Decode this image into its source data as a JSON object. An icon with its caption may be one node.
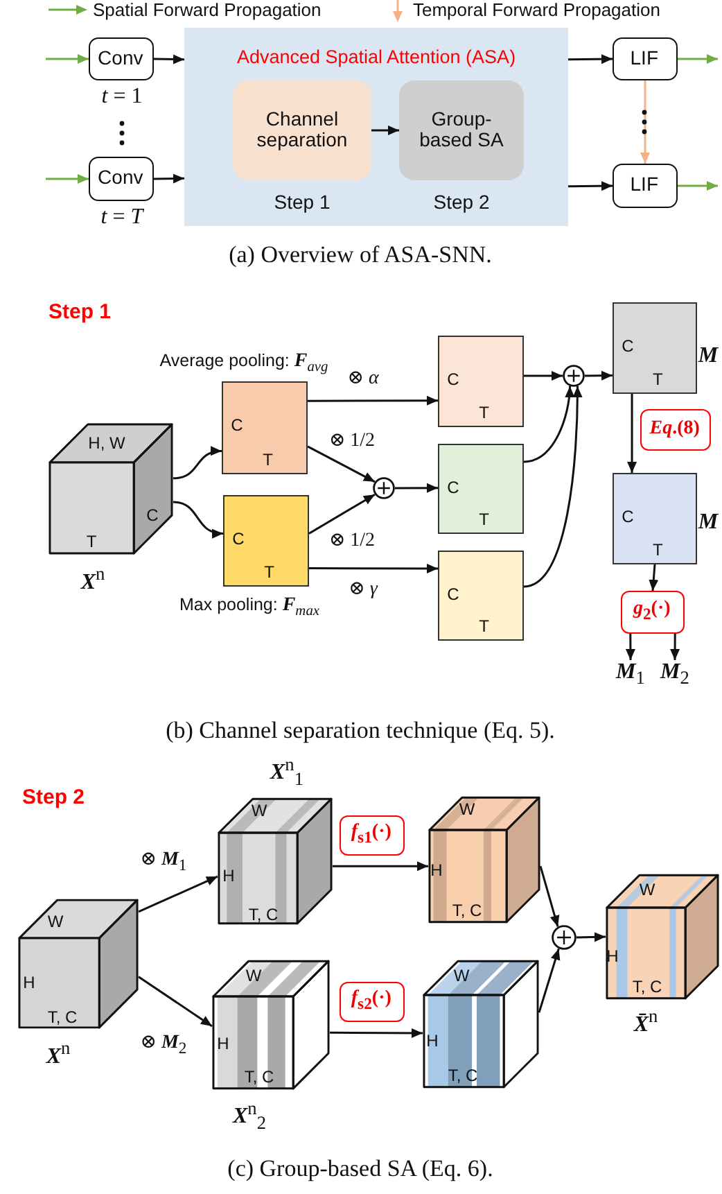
{
  "diagram": {
    "nodes": [
      {
        "text": [
          "Conv"
        ],
        "beside": [
          "*t* = 1"
        ]
      },
      {
        "text": [
          "Conv"
        ],
        "beside": [
          "*t* = *T*"
        ]
      },
      {
        "text": [
          "Advanced Spatial Attention (ASA)"
        ]
      },
      {
        "text": [
          "Channel separation"
        ],
        "in": 2,
        "beside": [
          "Step 1"
        ]
      },
      {
        "text": [
          "Group-based SA"
        ],
        "in": 2,
        "beside": [
          "Step 2"
        ]
      },
      {
        "text": [
          "LIF"
        ]
      },
      {
        "text": [
          "LIF"
        ]
      },
      {
        "text": [
          "H, W",
          "C",
          "T"
        ],
        "beside": [
          "**X**$^{n}$"
        ]
      },
      {
        "text": [
          "C",
          "T"
        ],
        "beside": [
          "Average pooling: **F**$_{avg}$"
        ]
      },
      {
        "text": [
          "C",
          "T"
        ],
        "beside": [
          "Max pooling: **F**$_{max}$"
        ]
      },
      {
        "text": [
          "C",
          "T"
        ]
      },
      {
        "text": [
          "C",
          "T"
        ]
      },
      {
        "text": [
          "C",
          "T"
        ]
      },
      {
        "text": [],
        "shape": "circle"
      },
      {
        "text": [],
        "shape": "circle"
      },
      {
        "text": [
          "C",
          "T"
        ],
        "beside": [
          "**M**"
        ]
      },
      {
        "text": [
          "*Eq*.(8)"
        ]
      },
      {
        "text": [
          "C",
          "T"
        ],
        "beside": [
          "**M**"
        ]
      },
      {
        "text": [
          "*g*$_{2}$(·)"
        ]
      },
      {
        "text": [
          "**M**$_{1}$"
        ]
      },
      {
        "text": [
          "**M**$_{2}$"
        ]
      },
      {
        "text": [
          "W",
          "H",
          "T, C"
        ],
        "beside": [
          "**X**$^{n}$"
        ]
      },
      {
        "text": [
          "W",
          "H",
          "T, C"
        ],
        "beside": [
          "**X**$^{n}$$_{1}$"
        ]
      },
      {
        "text": [
          "W",
          "H",
          "T, C"
        ],
        "beside": [
          "**X**$^{n}$$_{2}$"
        ]
      },
      {
        "text": [
          "*f*$_{s1}$(·)"
        ]
      },
      {
        "text": [
          "*f*$_{s2}$(·)"
        ]
      },
      {
        "text": [
          "W",
          "H",
          "T, C"
        ]
      },
      {
        "text": [
          "W",
          "H",
          "T, C"
        ]
      },
      {
        "text": [],
        "shape": "circle"
      },
      {
        "text": [
          "W",
          "H",
          "T, C"
        ],
        "beside": [
          "**X̄**$^{n}$"
        ]
      }
    ],
    "edges": [
      {
        "from": null,
        "to": 0,
        "arrow": "to",
        "color": "#70ad47"
      },
      {
        "from": null,
        "to": 1,
        "arrow": "to",
        "color": "#70ad47"
      },
      {
        "from": 0,
        "to": 2,
        "arrow": "to"
      },
      {
        "from": 1,
        "to": 2,
        "arrow": "to"
      },
      {
        "from": 3,
        "to": 4,
        "arrow": "to"
      },
      {
        "from": 2,
        "to": 5,
        "arrow": "to"
      },
      {
        "from": 2,
        "to": 6,
        "arrow": "to"
      },
      {
        "from": 5,
        "to": null,
        "arrow": "to",
        "color": "#70ad47"
      },
      {
        "from": 6,
        "to": null,
        "arrow": "to",
        "color": "#70ad47"
      },
      {
        "from": 5,
        "to": 6,
        "arrow": "to",
        "color": "#f4b183"
      },
      {
        "from": 7,
        "to": 8,
        "arrow": "to"
      },
      {
        "from": 7,
        "to": 9,
        "arrow": "to"
      },
      {
        "from": 8,
        "to": 10,
        "arrow": "to",
        "label": "⊗ *α*"
      },
      {
        "from": 8,
        "to": 13,
        "arrow": "to",
        "label": "⊗ 1/2"
      },
      {
        "from": 9,
        "to": 13,
        "arrow": "to",
        "label": "⊗ 1/2"
      },
      {
        "from": 9,
        "to": 12,
        "arrow": "to",
        "label": "⊗ *γ*"
      },
      {
        "from": 13,
        "to": 11,
        "arrow": "to"
      },
      {
        "from": 10,
        "to": 14,
        "arrow": "to"
      },
      {
        "from": 11,
        "to": 14,
        "arrow": "to"
      },
      {
        "from": 12,
        "to": 14,
        "arrow": "to"
      },
      {
        "from": 14,
        "to": 15,
        "arrow": "to"
      },
      {
        "from": 15,
        "to": 17,
        "arrow": "to"
      },
      {
        "from": 17,
        "to": 18,
        "arrow": "to"
      },
      {
        "from": 18,
        "to": 19,
        "arrow": "to"
      },
      {
        "from": 18,
        "to": 20,
        "arrow": "to"
      },
      {
        "from": 21,
        "to": 22,
        "arrow": "to",
        "label": "⊗ **M**$_{1}$"
      },
      {
        "from": 21,
        "to": 23,
        "arrow": "to",
        "label": "⊗ **M**$_{2}$"
      },
      {
        "from": 22,
        "to": 26,
        "arrow": "to"
      },
      {
        "from": 23,
        "to": 27,
        "arrow": "to"
      },
      {
        "from": 26,
        "to": 28,
        "arrow": "to"
      },
      {
        "from": 27,
        "to": 28,
        "arrow": "to"
      },
      {
        "from": 28,
        "to": 29,
        "arrow": "to"
      }
    ],
    "labels": [
      "(a) Overview of ASA-SNN.",
      "Step 1",
      "(b) Channel separation technique (Eq. 5).",
      "Step 2",
      "(c) Group-based SA (Eq. 6)."
    ],
    "legend": [
      {
        "text": "Spatial Forward Propagation"
      },
      {
        "text": "Temporal Forward Propagation"
      }
    ]
  }
}
